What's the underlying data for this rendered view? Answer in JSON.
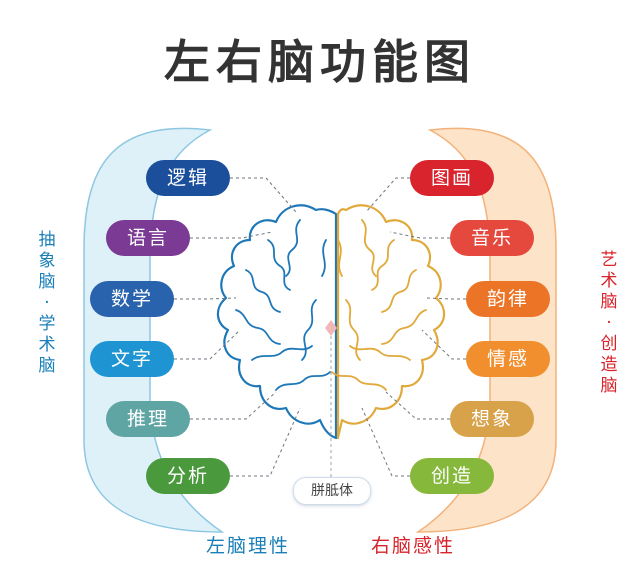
{
  "title": "左右脑功能图",
  "left_side_label": "抽象脑·学术脑",
  "right_side_label": "艺术脑·创造脑",
  "left_bottom_label": "左脑理性",
  "right_bottom_label": "右脑感性",
  "center_label": "胼胝体",
  "colors": {
    "left_band": "#dff1f8",
    "left_band_border": "#8ec7e2",
    "right_band": "#fde3c8",
    "right_band_border": "#f2b27a",
    "left_brain": "#1e78b8",
    "right_brain": "#e0a93a",
    "center_dot": "#f2b8b8"
  },
  "left_functions": [
    {
      "label": "逻辑",
      "color": "#1b4f9c"
    },
    {
      "label": "语言",
      "color": "#7b3a93"
    },
    {
      "label": "数学",
      "color": "#2a63ad"
    },
    {
      "label": "文字",
      "color": "#1e94d2"
    },
    {
      "label": "推理",
      "color": "#5fa5a3"
    },
    {
      "label": "分析",
      "color": "#4a9a3d"
    }
  ],
  "right_functions": [
    {
      "label": "图画",
      "color": "#d9232d"
    },
    {
      "label": "音乐",
      "color": "#e5483d"
    },
    {
      "label": "韵律",
      "color": "#ec7426"
    },
    {
      "label": "情感",
      "color": "#f18f2f"
    },
    {
      "label": "想象",
      "color": "#d7a24a"
    },
    {
      "label": "创造",
      "color": "#86b83c"
    }
  ]
}
